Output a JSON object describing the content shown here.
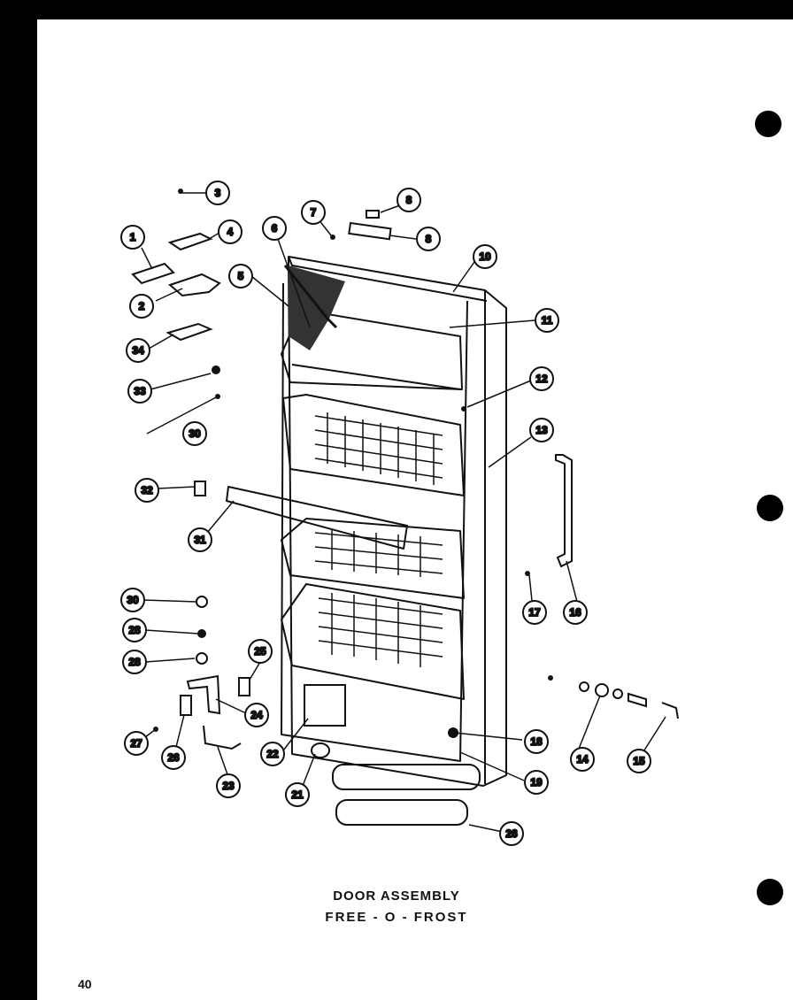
{
  "diagram": {
    "title_line1": "DOOR ASSEMBLY",
    "title_line2": "FREE - O - FROST",
    "page_number": "40",
    "callouts": [
      {
        "label": "1"
      },
      {
        "label": "2"
      },
      {
        "label": "3"
      },
      {
        "label": "4"
      },
      {
        "label": "5"
      },
      {
        "label": "6"
      },
      {
        "label": "7"
      },
      {
        "label": "8"
      },
      {
        "label": "8"
      },
      {
        "label": "10"
      },
      {
        "label": "11"
      },
      {
        "label": "12"
      },
      {
        "label": "13"
      },
      {
        "label": "14"
      },
      {
        "label": "15"
      },
      {
        "label": "16"
      },
      {
        "label": "17"
      },
      {
        "label": "18"
      },
      {
        "label": "19"
      },
      {
        "label": "21"
      },
      {
        "label": "22"
      },
      {
        "label": "23"
      },
      {
        "label": "24"
      },
      {
        "label": "25"
      },
      {
        "label": "26"
      },
      {
        "label": "26"
      },
      {
        "label": "27"
      },
      {
        "label": "28"
      },
      {
        "label": "28"
      },
      {
        "label": "30"
      },
      {
        "label": "30"
      },
      {
        "label": "31"
      },
      {
        "label": "32"
      },
      {
        "label": "33"
      },
      {
        "label": "34"
      }
    ]
  }
}
